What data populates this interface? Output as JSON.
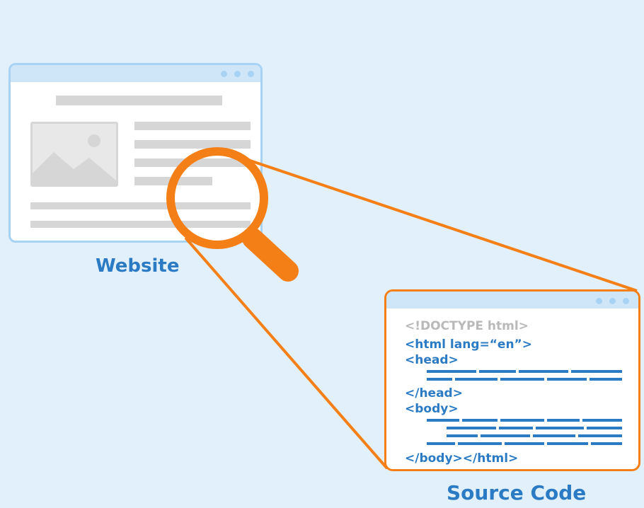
{
  "labels": {
    "website": "Website",
    "source_code": "Source Code"
  },
  "code_lines": [
    "<!DOCTYPE html>",
    "<html lang=“en”>",
    "<head>",
    "</head>",
    "<body>",
    "</body></html>"
  ],
  "icons": [
    "image-placeholder-icon",
    "magnifying-glass-icon",
    "window-dots-icon"
  ],
  "colors": {
    "background": "#e2f0fb",
    "website_border": "#a8d2f3",
    "titlebar": "#cfe6f9",
    "placeholder_gray": "#d6d6d6",
    "accent_orange": "#f57f17",
    "code_blue": "#2a7bc4",
    "doctype_gray": "#b9b9b9"
  }
}
